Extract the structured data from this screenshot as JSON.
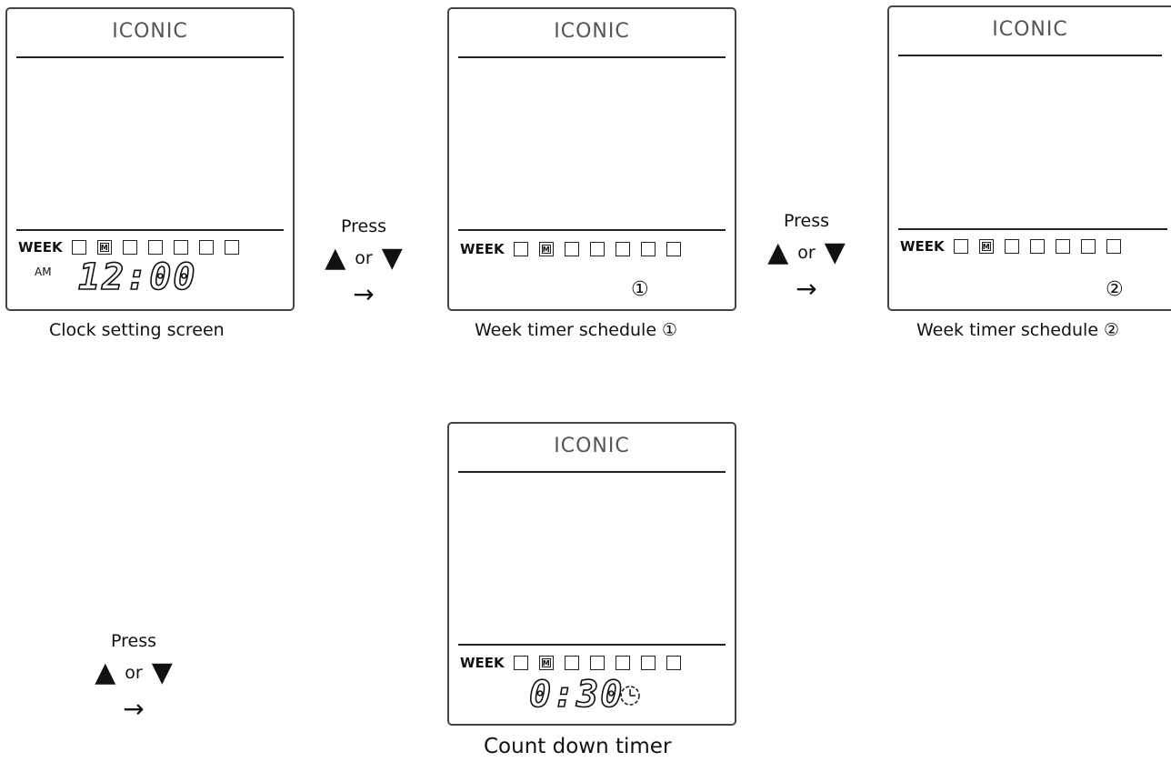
{
  "brand": "ICONIC",
  "week_label": "WEEK",
  "day_marker": "M",
  "nav": {
    "press": "Press",
    "up_icon": "▲",
    "or": "or",
    "down_icon": "▼",
    "arrow": "→"
  },
  "screens": {
    "clock": {
      "ampm": "AM",
      "time": "12:00",
      "caption": "Clock setting screen"
    },
    "week1": {
      "schedule_num": "①",
      "caption": "Week timer schedule ①"
    },
    "week2": {
      "schedule_num": "②",
      "caption": "Week timer schedule ②"
    },
    "countdown": {
      "time": "0:30",
      "timer_icon": "clock-timer-icon",
      "caption": "Count down timer"
    }
  }
}
